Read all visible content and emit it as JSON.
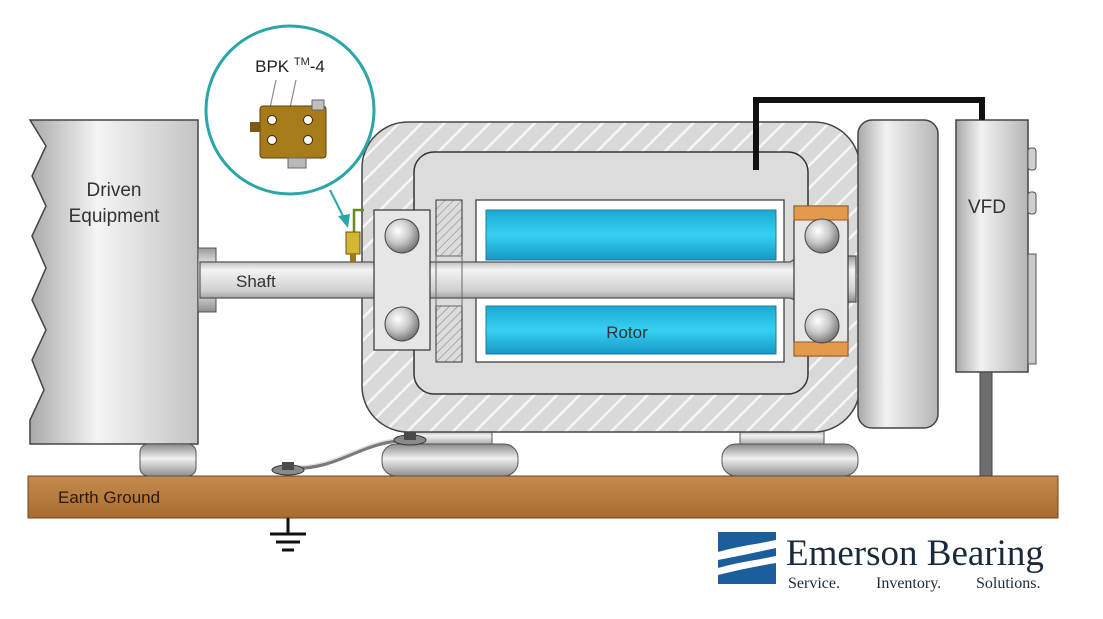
{
  "labels": {
    "driven_line1": "Driven",
    "driven_line2": "Equipment",
    "shaft": "Shaft",
    "rotor": "Rotor",
    "vfd": "VFD",
    "earth_ground": "Earth Ground",
    "callout_prefix": "BPK ",
    "callout_tm": "TM",
    "callout_suffix": "-4"
  },
  "brand": {
    "name": "Emerson Bearing",
    "tagline_1": "Service.",
    "tagline_2": "Inventory.",
    "tagline_3": "Solutions."
  },
  "colors": {
    "rotor": "#19b8df",
    "ground_bar": "#b87a3c",
    "callout_ring": "#2aa5a8",
    "bearing_band": "#e39a4a",
    "cable": "#111111",
    "brand_blue": "#1a5f9c"
  },
  "icons": [
    "earth-ground-icon",
    "emerson-swoosh-logo"
  ]
}
